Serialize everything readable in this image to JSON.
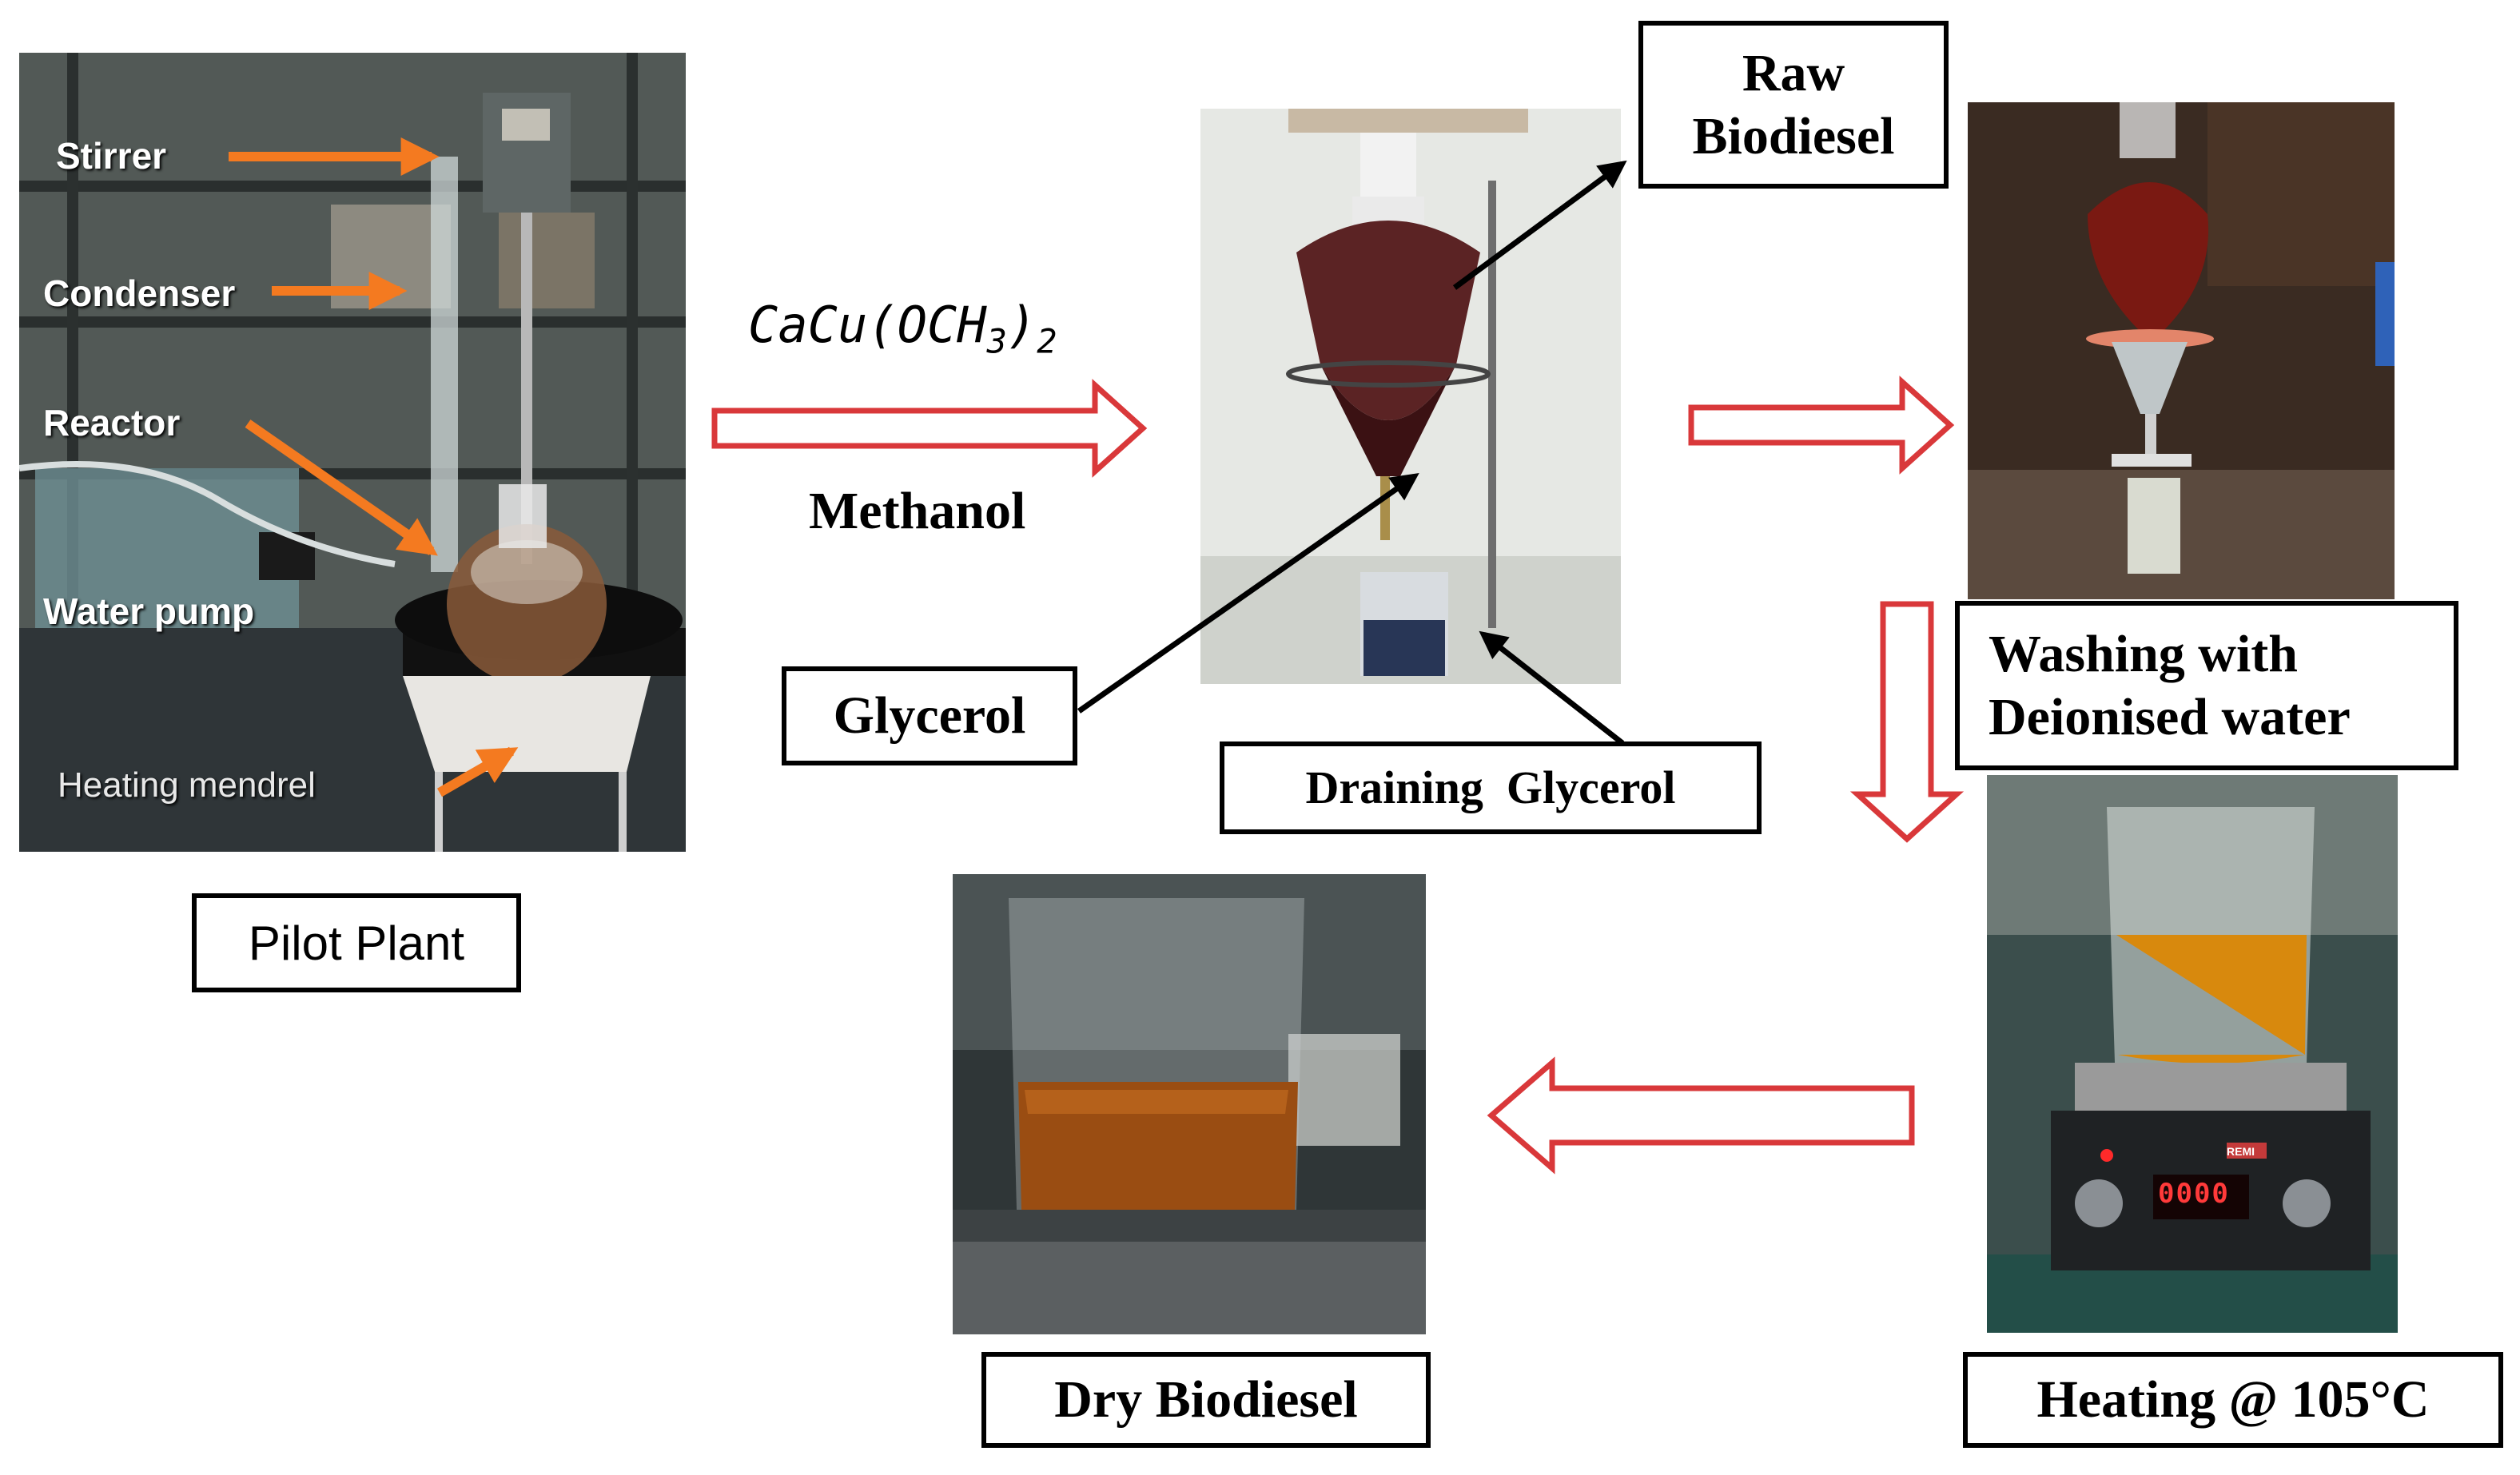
{
  "pilot_plant": {
    "caption": "Pilot Plant",
    "labels": {
      "stirrer": "Stirrer",
      "condenser": "Condenser",
      "reactor": "Reactor",
      "water_pump": "Water pump",
      "heating_mendrel": "Heating mendrel"
    }
  },
  "reaction": {
    "catalyst_base": "CaCu(OCH",
    "catalyst_sub": "3",
    "catalyst_close": ")",
    "catalyst_sub2": "2",
    "reagent": "Methanol"
  },
  "separation": {
    "raw_biodiesel_line1": "Raw",
    "raw_biodiesel_line2": "Biodiesel",
    "glycerol": "Glycerol",
    "draining_glycerol": "Draining  Glycerol"
  },
  "washing": {
    "line1": "Washing with",
    "line2": "Deionised water"
  },
  "heating": {
    "caption": "Heating @ 105°C",
    "display_readout": "0000",
    "display_brand": "REMI"
  },
  "dry": {
    "caption": "Dry Biodiesel"
  },
  "colors": {
    "orange_arrow": "#f47a20",
    "flow_arrow": "#d9383a",
    "black": "#000000"
  }
}
